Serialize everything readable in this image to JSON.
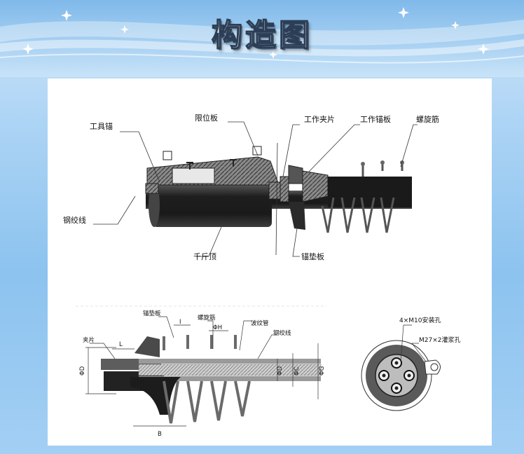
{
  "title": "构造图",
  "top_diagram": {
    "labels": {
      "tool_anchor": "工具锚",
      "limit_plate": "限位板",
      "work_wedge": "工作夹片",
      "work_anchor_plate": "工作锚板",
      "spiral_rebar": "螺旋筋",
      "strand": "钢绞线",
      "jack": "千斤顶",
      "bearing_plate": "锚垫板"
    }
  },
  "bottom_left": {
    "labels": {
      "wedge": "夹片",
      "bearing_plate": "锚垫板",
      "spiral": "螺旋筋",
      "duct": "波纹管",
      "strand": "钢绞线",
      "dim_L": "L",
      "dim_I": "I",
      "dim_PhiH": "ΦH",
      "dim_PhiD": "ΦD",
      "dim_PhiD2": "ΦD",
      "dim_PhiC": "ΦC",
      "dim_PhiG": "ΦG",
      "dim_B": "B"
    }
  },
  "bottom_right": {
    "labels": {
      "install_holes": "4×M10安装孔",
      "grout_hole": "M27×2灌浆孔"
    }
  }
}
